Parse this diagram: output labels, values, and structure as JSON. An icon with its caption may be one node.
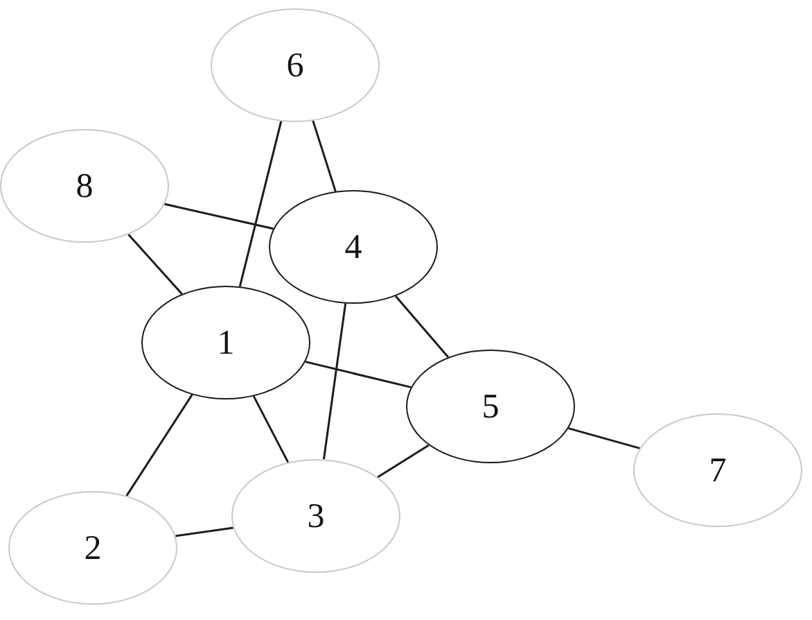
{
  "diagram": {
    "nodes": [
      {
        "text": [
          "6"
        ]
      },
      {
        "text": [
          "8"
        ]
      },
      {
        "text": [
          "4"
        ]
      },
      {
        "text": [
          "1"
        ]
      },
      {
        "text": [
          "5"
        ]
      },
      {
        "text": [
          "7"
        ]
      },
      {
        "text": [
          "3"
        ]
      },
      {
        "text": [
          "2"
        ]
      }
    ],
    "edges": [
      {
        "from": 0,
        "to": 2,
        "arrow": "none"
      },
      {
        "from": 0,
        "to": 3,
        "arrow": "none"
      },
      {
        "from": 1,
        "to": 2,
        "arrow": "none"
      },
      {
        "from": 1,
        "to": 3,
        "arrow": "none"
      },
      {
        "from": 2,
        "to": 4,
        "arrow": "none"
      },
      {
        "from": 2,
        "to": 6,
        "arrow": "none"
      },
      {
        "from": 3,
        "to": 4,
        "arrow": "none"
      },
      {
        "from": 3,
        "to": 6,
        "arrow": "none"
      },
      {
        "from": 3,
        "to": 7,
        "arrow": "none"
      },
      {
        "from": 4,
        "to": 6,
        "arrow": "none"
      },
      {
        "from": 4,
        "to": 5,
        "arrow": "none"
      },
      {
        "from": 7,
        "to": 6,
        "arrow": "none"
      }
    ]
  }
}
